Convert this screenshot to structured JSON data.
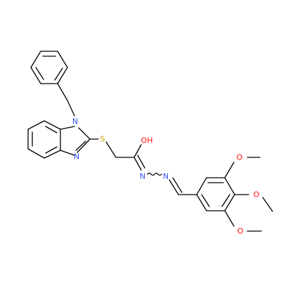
{
  "molecule": {
    "colors": {
      "bond": "#000000",
      "nitrogen": "#3050F8",
      "oxygen": "#FF0D0D",
      "sulfur": "#C8A000",
      "background": "#ffffff"
    },
    "atoms": {
      "n1": {
        "label": "N",
        "element": "nitrogen"
      },
      "n3": {
        "label": "N",
        "element": "nitrogen"
      },
      "s": {
        "label": "S",
        "element": "sulfur"
      },
      "oh": {
        "label": "OH",
        "element": "oxygen"
      },
      "n_amide": {
        "label": "N",
        "element": "nitrogen"
      },
      "n_imine": {
        "label": "N",
        "element": "nitrogen"
      },
      "o_methoxy_top": {
        "label": "O",
        "element": "oxygen"
      },
      "o_methoxy_mid": {
        "label": "O",
        "element": "oxygen"
      },
      "o_methoxy_bot": {
        "label": "O",
        "element": "oxygen"
      }
    }
  }
}
